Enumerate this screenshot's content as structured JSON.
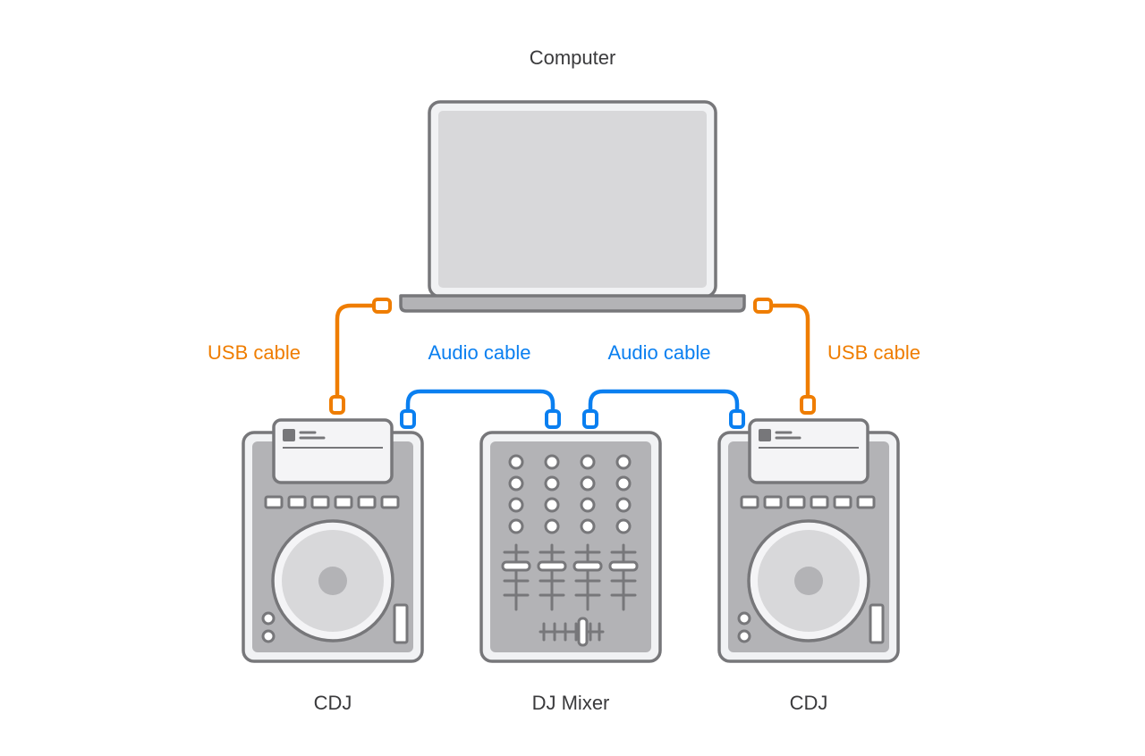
{
  "labels": {
    "computer": "Computer",
    "usb_left": "USB cable",
    "usb_right": "USB cable",
    "audio_left": "Audio cable",
    "audio_right": "Audio cable",
    "cdj_left": "CDJ",
    "mixer": "DJ Mixer",
    "cdj_right": "CDJ"
  },
  "colors": {
    "usb": "#ef7d00",
    "audio": "#0a7ff0",
    "device_stroke": "#77777a",
    "device_panel": "#b3b3b6",
    "screen": "#d8d8da"
  }
}
